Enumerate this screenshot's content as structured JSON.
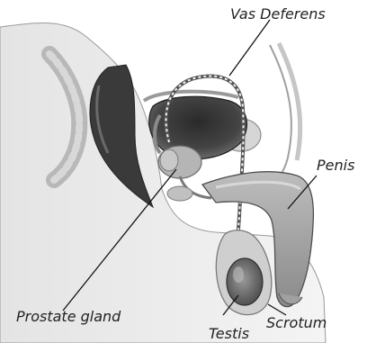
{
  "labels": {
    "vas_deferens": "Vas Deferens",
    "penis": "Penis",
    "prostate_gland": "Prostate gland",
    "scrotum": "Scrotum",
    "testis": "Testis"
  }
}
